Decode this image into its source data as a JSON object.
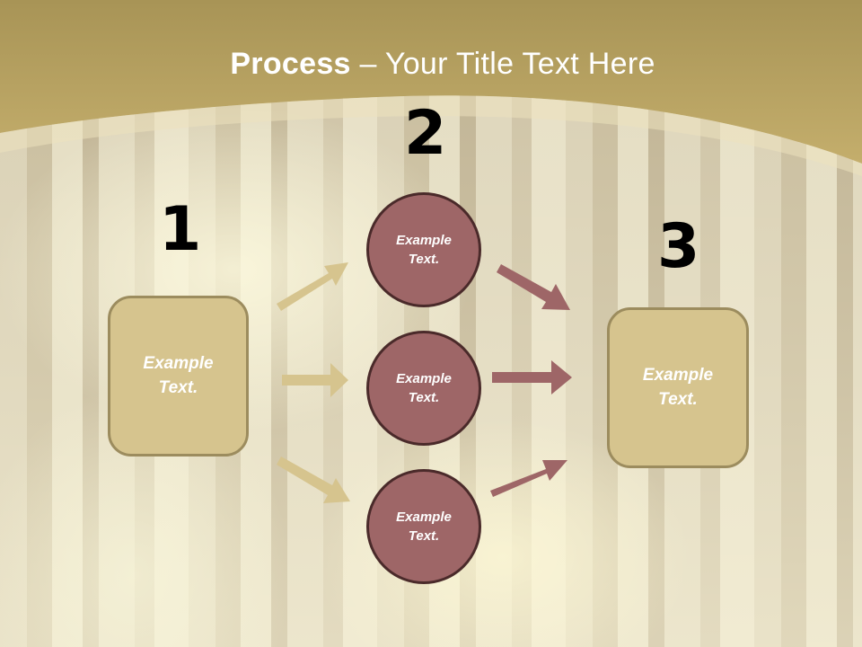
{
  "slide": {
    "title_bold": "Process",
    "title_rest": " – Your Title Text Here",
    "colors": {
      "header_band": "#b8a465",
      "box_fill": "#d6c48e",
      "box_border": "#9c8c5e",
      "circle_fill": "#9e6667",
      "circle_border": "#4a2a2a",
      "arrow_tan": "#d6c48e",
      "arrow_maroon": "#9e6667"
    }
  },
  "steps": [
    {
      "number": "1",
      "label_line1": "Example",
      "label_line2": "Text."
    },
    {
      "number": "2"
    },
    {
      "number": "3",
      "label_line1": "Example",
      "label_line2": "Text."
    }
  ],
  "circles": [
    {
      "label_line1": "Example",
      "label_line2": "Text."
    },
    {
      "label_line1": "Example",
      "label_line2": "Text."
    },
    {
      "label_line1": "Example",
      "label_line2": "Text."
    }
  ],
  "arrows": {
    "left": [
      "arrow-up-right",
      "arrow-right",
      "arrow-down-right"
    ],
    "right": [
      "arrow-down-right",
      "arrow-right",
      "arrow-up-right"
    ]
  }
}
